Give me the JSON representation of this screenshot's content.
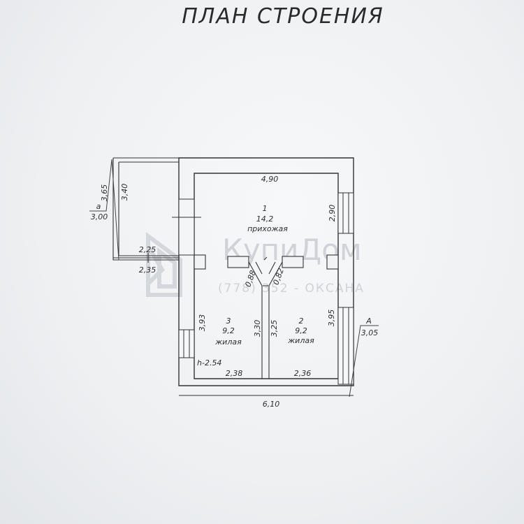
{
  "title": "ПЛАН СТРОЕНИЯ",
  "rooms": [
    {
      "number": "1",
      "area": "14,2",
      "name": "прихожая"
    },
    {
      "number": "3",
      "area": "9,2",
      "name": "жилая"
    },
    {
      "number": "2",
      "area": "9,2",
      "name": "жилая"
    }
  ],
  "dimensions": {
    "top_inner": "4,90",
    "right_upper": "2,90",
    "annex_top": "2,25",
    "annex_bottom": "2,35",
    "annex_inner": "3,40",
    "annex_outer": "3,65",
    "door_left": "0,88",
    "door_right": "0,82",
    "left_lower": "3,93",
    "partition_left": "3,30",
    "partition_right": "3,25",
    "right_lower": "3,95",
    "bottom_left": "2,38",
    "bottom_right": "2,36",
    "overall_bottom": "6,10",
    "height": "h-2.54"
  },
  "markers": {
    "annex_letter": "а",
    "annex_height": "3,00",
    "main_letter": "А",
    "main_height": "3,05"
  },
  "watermark": {
    "brand": "КупиДом",
    "phone": "(778) 352 - ОКСАНА"
  }
}
